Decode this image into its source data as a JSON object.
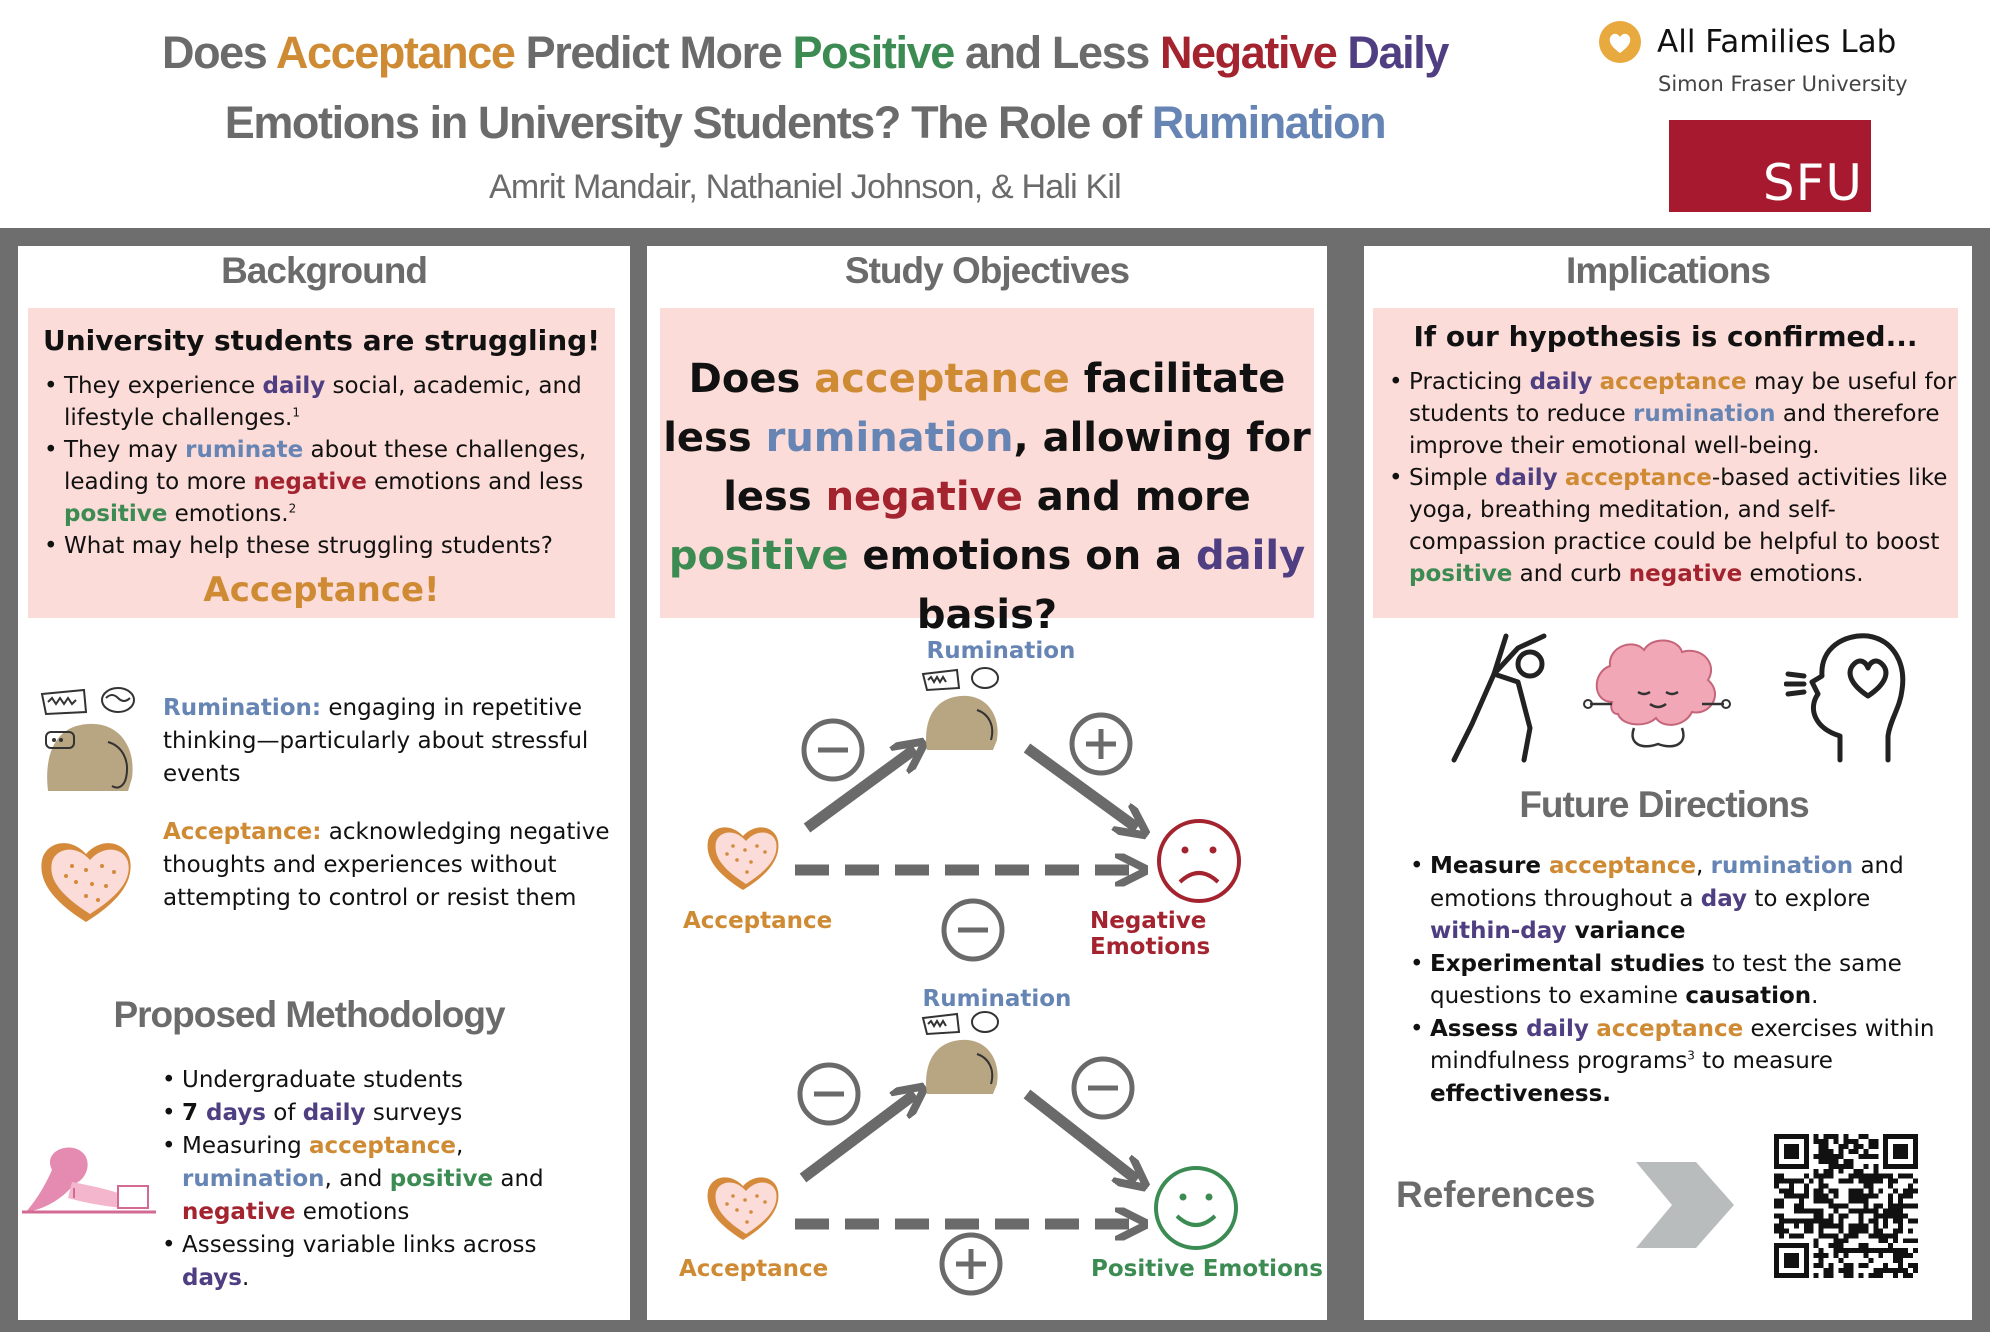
{
  "header": {
    "title_line1": [
      {
        "t": "Does ",
        "c": ""
      },
      {
        "t": "Acceptance",
        "c": "c-acc"
      },
      {
        "t": " Predict More ",
        "c": ""
      },
      {
        "t": "Positive",
        "c": "c-pos"
      },
      {
        "t": " and Less ",
        "c": ""
      },
      {
        "t": "Negative",
        "c": "c-neg"
      },
      {
        "t": " Daily",
        "c": "c-day"
      }
    ],
    "title_line2": [
      {
        "t": "Emotions in University Students? The Role of ",
        "c": ""
      },
      {
        "t": "Rumination",
        "c": "c-rum"
      }
    ],
    "authors": "Amrit Mandair, Nathaniel Johnson, & Hali Kil",
    "lab_name": "All Families Lab",
    "university": "Simon Fraser University",
    "sfu_logo": "SFU"
  },
  "background": {
    "heading": "Background",
    "box_title": "University students are struggling!",
    "bullets": [
      [
        {
          "t": "They experience "
        },
        {
          "t": "daily",
          "c": "c-day",
          "b": 1
        },
        {
          "t": " social, academic, and lifestyle challenges."
        },
        {
          "t": "1",
          "s": 1
        }
      ],
      [
        {
          "t": "They may "
        },
        {
          "t": "ruminate",
          "c": "c-rum",
          "b": 1
        },
        {
          "t": " about these challenges, leading to more "
        },
        {
          "t": "negative",
          "c": "c-neg",
          "b": 1
        },
        {
          "t": " emotions and less "
        },
        {
          "t": "positive",
          "c": "c-pos",
          "b": 1
        },
        {
          "t": " emotions."
        },
        {
          "t": "2",
          "s": 1
        }
      ],
      [
        {
          "t": "What may help these struggling students?"
        }
      ]
    ],
    "answer": "Acceptance!",
    "rumination_def": [
      {
        "t": "Rumination:",
        "c": "c-rum",
        "b": 1
      },
      {
        "t": " engaging in repetitive thinking—particularly about stressful events"
      }
    ],
    "acceptance_def": [
      {
        "t": "Acceptance:",
        "c": "c-acc",
        "b": 1
      },
      {
        "t": " acknowledging negative thoughts and experiences without attempting to control or resist them"
      }
    ]
  },
  "methodology": {
    "heading": "Proposed Methodology",
    "bullets": [
      [
        {
          "t": "Undergraduate students"
        }
      ],
      [
        {
          "t": "7 ",
          "b": 1
        },
        {
          "t": "days",
          "c": "c-day",
          "b": 1
        },
        {
          "t": " of "
        },
        {
          "t": "daily",
          "c": "c-day",
          "b": 1
        },
        {
          "t": " surveys"
        }
      ],
      [
        {
          "t": "Measuring "
        },
        {
          "t": "acceptance",
          "c": "c-acc",
          "b": 1
        },
        {
          "t": ", "
        },
        {
          "t": "rumination",
          "c": "c-rum",
          "b": 1
        },
        {
          "t": ", and "
        },
        {
          "t": "positive",
          "c": "c-pos",
          "b": 1
        },
        {
          "t": " and "
        },
        {
          "t": "negative",
          "c": "c-neg",
          "b": 1
        },
        {
          "t": " emotions"
        }
      ],
      [
        {
          "t": "Assessing variable links across "
        },
        {
          "t": "days",
          "c": "c-day",
          "b": 1
        },
        {
          "t": "."
        }
      ]
    ]
  },
  "objectives": {
    "heading": "Study Objectives",
    "question": [
      {
        "t": "Does "
      },
      {
        "t": "acceptance",
        "c": "c-acc"
      },
      {
        "t": " facilitate less "
      },
      {
        "t": "rumination",
        "c": "c-rum"
      },
      {
        "t": ", allowing for less "
      },
      {
        "t": "negative",
        "c": "c-neg"
      },
      {
        "t": " and more "
      },
      {
        "t": "positive",
        "c": "c-pos"
      },
      {
        "t": " emotions on a "
      },
      {
        "t": "daily",
        "c": "c-day"
      },
      {
        "t": " basis?"
      }
    ],
    "model1": {
      "mediator": "Rumination",
      "predictor": "Acceptance",
      "outcome": "Negative Emotions",
      "path_a": "−",
      "path_b": "+",
      "path_c": "−"
    },
    "model2": {
      "mediator": "Rumination",
      "predictor": "Acceptance",
      "outcome": "Positive Emotions",
      "path_a": "−",
      "path_b": "−",
      "path_c": "+"
    }
  },
  "implications": {
    "heading": "Implications",
    "box_title": "If our hypothesis is confirmed...",
    "bullets": [
      [
        {
          "t": "Practicing "
        },
        {
          "t": "daily",
          "c": "c-day",
          "b": 1
        },
        {
          "t": " "
        },
        {
          "t": "acceptance",
          "c": "c-acc",
          "b": 1
        },
        {
          "t": " may be useful for students to reduce "
        },
        {
          "t": "rumination",
          "c": "c-rum",
          "b": 1
        },
        {
          "t": " and therefore improve their emotional well-being."
        }
      ],
      [
        {
          "t": "Simple "
        },
        {
          "t": "daily",
          "c": "c-day",
          "b": 1
        },
        {
          "t": " "
        },
        {
          "t": "acceptance",
          "c": "c-acc",
          "b": 1
        },
        {
          "t": "-based activities like yoga, breathing meditation, and self-compassion practice could be helpful to boost "
        },
        {
          "t": "positive",
          "c": "c-pos",
          "b": 1
        },
        {
          "t": " and curb "
        },
        {
          "t": "negative",
          "c": "c-neg",
          "b": 1
        },
        {
          "t": " emotions."
        }
      ]
    ]
  },
  "future": {
    "heading": "Future Directions",
    "bullets": [
      [
        {
          "t": "Measure ",
          "b": 1
        },
        {
          "t": "acceptance",
          "c": "c-acc",
          "b": 1
        },
        {
          "t": ", "
        },
        {
          "t": "rumination",
          "c": "c-rum",
          "b": 1
        },
        {
          "t": " and emotions throughout a "
        },
        {
          "t": "day",
          "c": "c-day",
          "b": 1
        },
        {
          "t": " to explore "
        },
        {
          "t": "within-day",
          "c": "c-day",
          "b": 1
        },
        {
          "t": " variance",
          "b": 1
        }
      ],
      [
        {
          "t": "Experimental studies",
          "b": 1
        },
        {
          "t": " to test the same questions to examine "
        },
        {
          "t": "causation",
          "b": 1
        },
        {
          "t": "."
        }
      ],
      [
        {
          "t": "Assess ",
          "b": 1
        },
        {
          "t": "daily",
          "c": "c-day",
          "b": 1
        },
        {
          "t": " "
        },
        {
          "t": "acceptance",
          "c": "c-acc",
          "b": 1
        },
        {
          "t": " exercises within mindfulness programs"
        },
        {
          "t": "3",
          "s": 1
        },
        {
          "t": " to measure "
        },
        {
          "t": "effectiveness.",
          "b": 1
        }
      ]
    ]
  },
  "references": {
    "label": "References"
  },
  "colors": {
    "acceptance": "#cf8a34",
    "positive": "#3b8b52",
    "negative": "#a3232f",
    "daily": "#4f3f82",
    "rumination": "#6685b4",
    "pink_box": "#fbdcd8",
    "sfu_red": "#a6192e",
    "band": "#6e6e6e"
  }
}
